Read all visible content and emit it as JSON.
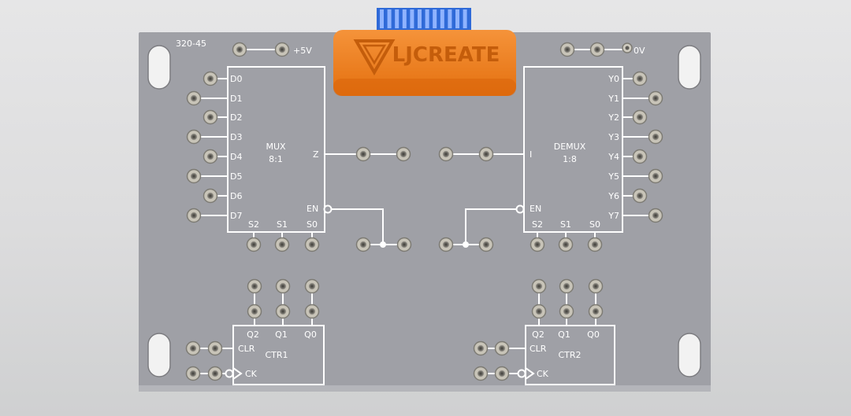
{
  "board": {
    "model": "320-45",
    "supply": {
      "positive": "+5V",
      "ground": "0V"
    },
    "logo": "LJCREATE",
    "colors": {
      "background": "#dcdcdd",
      "panel": "#9fa0a6",
      "panel_edge": "#b4b5ba",
      "line": "#ffffff",
      "logo_block": "#f07f1c",
      "connector": "#2f6ad8",
      "link": "#4c5a6e",
      "socket_ring": "#c8c4b8",
      "socket_hole": "#6e6c66"
    }
  },
  "mux": {
    "title": "MUX",
    "ratio": "8:1",
    "inputs": [
      "D0",
      "D1",
      "D2",
      "D3",
      "D4",
      "D5",
      "D6",
      "D7"
    ],
    "output": "Z",
    "enable": "EN",
    "selects": [
      "S2",
      "S1",
      "S0"
    ]
  },
  "demux": {
    "title": "DEMUX",
    "ratio": "1:8",
    "input": "I",
    "outputs": [
      "Y0",
      "Y1",
      "Y2",
      "Y3",
      "Y4",
      "Y5",
      "Y6",
      "Y7"
    ],
    "enable": "EN",
    "selects": [
      "S2",
      "S1",
      "S0"
    ]
  },
  "ctr1": {
    "name": "CTR1",
    "outputs": [
      "Q2",
      "Q1",
      "Q0"
    ],
    "clear": "CLR",
    "clock": "CK"
  },
  "ctr2": {
    "name": "CTR2",
    "outputs": [
      "Q2",
      "Q1",
      "Q0"
    ],
    "clear": "CLR",
    "clock": "CK"
  }
}
